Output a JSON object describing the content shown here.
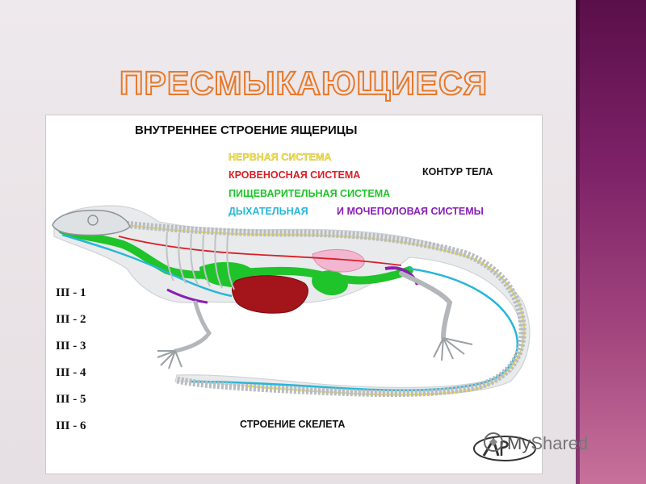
{
  "slide": {
    "title": "ПРЕСМЫКАЮЩИЕСЯ",
    "title_color": "#e8792a"
  },
  "figure": {
    "title": "ВНУТРЕННЕЕ СТРОЕНИЕ ЯЩЕРИЦЫ",
    "legend": [
      {
        "label": "НЕРВНАЯ СИСТЕМА",
        "color": "#f2e25a"
      },
      {
        "label": "КРОВЕНОСНАЯ СИСТЕМА",
        "color": "#d81f26"
      },
      {
        "label": "ПИЩЕВАРИТЕЛЬНАЯ СИСТЕМА",
        "color": "#1fc42a"
      },
      {
        "label": "ДЫХАТЕЛЬНАЯ",
        "color": "#27b6d8"
      },
      {
        "label": "И МОЧЕПОЛОВАЯ СИСТЕМЫ",
        "color": "#8a1fb4"
      }
    ],
    "contour_label": "КОНТУР ТЕЛА",
    "skeleton_label": "СТРОЕНИЕ СКЕЛЕТА",
    "row_labels": [
      "III - 1",
      "III - 2",
      "III - 3",
      "III - 4",
      "III - 5",
      "III - 6"
    ]
  },
  "watermark": {
    "text_a": "My",
    "text_b": "Shared"
  }
}
